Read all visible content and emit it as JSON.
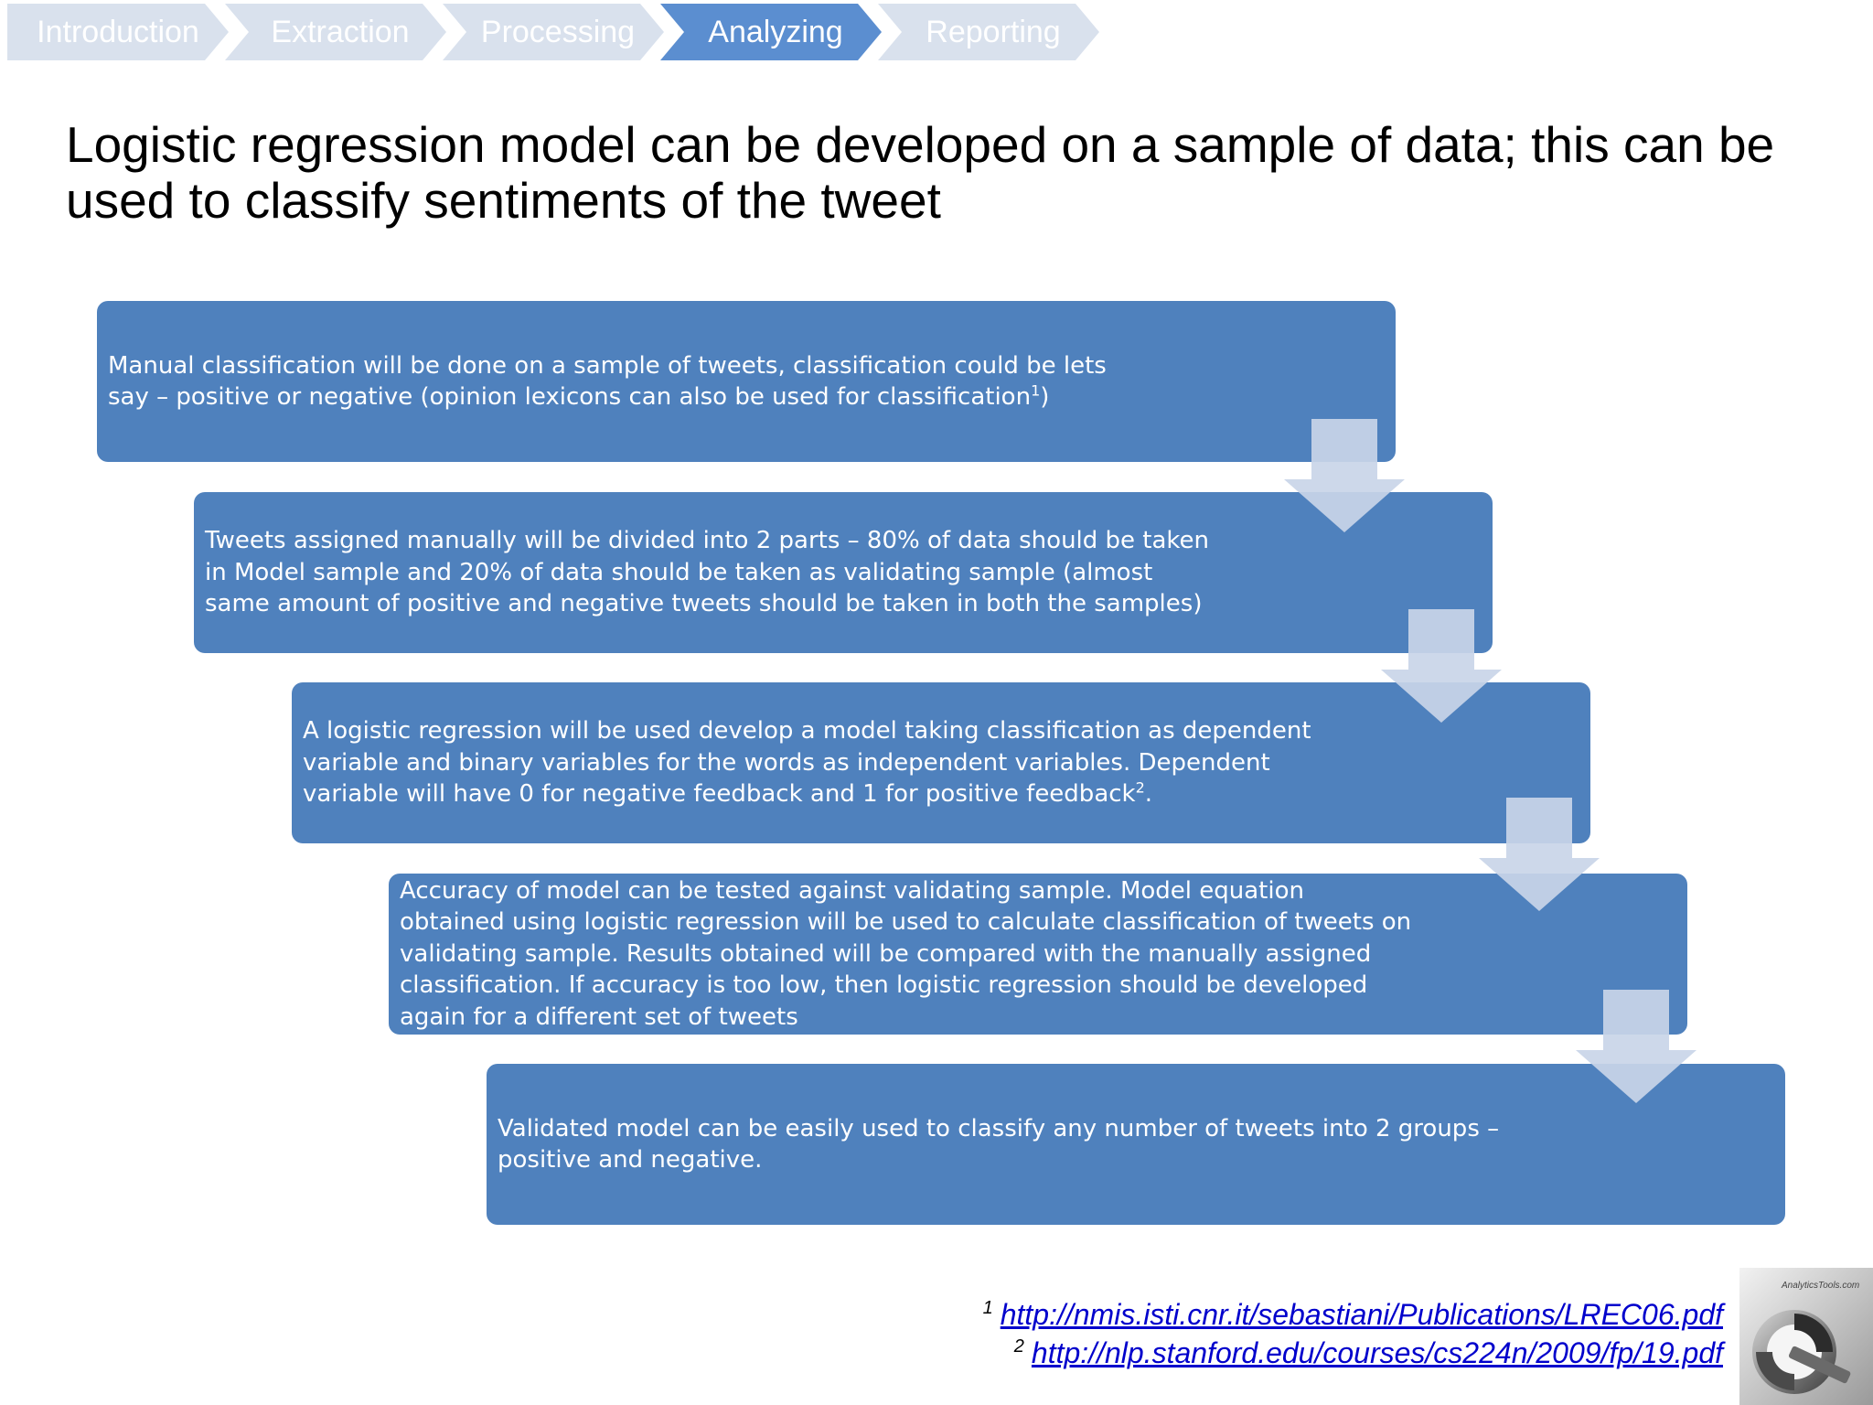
{
  "breadcrumb": {
    "steps": [
      "Introduction",
      "Extraction",
      "Processing",
      "Analyzing",
      "Reporting"
    ],
    "active_index": 3
  },
  "title": "Logistic regression model can be developed on a sample of data; this can be used to classify sentiments of the tweet",
  "steps": [
    {
      "text": "Manual classification will be done on a sample of tweets, classification could be lets say – positive or negative (opinion lexicons can also be used for classification",
      "sup": "1",
      "after": ")"
    },
    {
      "text": "Tweets assigned manually will be divided into 2 parts – 80% of data should be taken in Model sample and 20% of data should be taken as validating sample (almost same amount of positive and negative tweets should be taken  in both the samples)",
      "sup": "",
      "after": ""
    },
    {
      "text": "A logistic regression will be used develop a model taking classification as dependent variable and binary variables for the words as independent variables. Dependent variable will have 0 for negative feedback and 1 for positive feedback",
      "sup": "2",
      "after": "."
    },
    {
      "text": "Accuracy of model can be tested against validating sample.  Model equation obtained using logistic regression will be used to calculate classification of tweets on validating sample. Results obtained will be compared with the manually assigned classification. If accuracy is too low, then  logistic regression should be developed again for a different set of tweets",
      "sup": "",
      "after": ""
    },
    {
      "text": "Validated model can be easily  used to classify any number of tweets into 2 groups – positive and negative.",
      "sup": "",
      "after": ""
    }
  ],
  "footnotes": [
    {
      "num": "1",
      "url": "http://nmis.isti.cnr.it/sebastiani/Publications/LREC06.pdf"
    },
    {
      "num": "2",
      "url": "http://nlp.stanford.edu/courses/cs224n/2009/fp/19.pdf"
    }
  ],
  "colors": {
    "box": "#4f81bd",
    "arrow": "#c9d5e8",
    "crumb_inactive": "#d9e1ed",
    "crumb_active": "#5b8ed0",
    "link": "#0000cc"
  },
  "logo": {
    "text": "AnalyticsTools.com",
    "icon": "analytics-logo-icon"
  }
}
